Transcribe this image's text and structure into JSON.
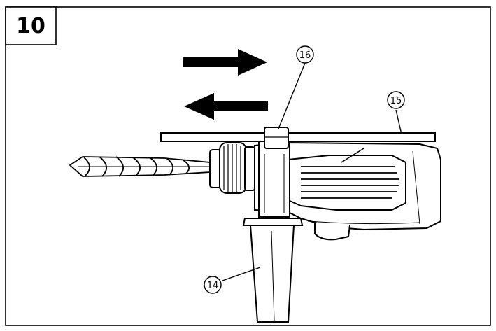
{
  "figure": {
    "number": "10",
    "callouts": [
      {
        "id": "14",
        "label": "⑭",
        "part": "side-handle"
      },
      {
        "id": "15",
        "label": "⑮",
        "part": "depth-gauge-rod"
      },
      {
        "id": "16",
        "label": "⑯",
        "part": "depth-gauge-clamp"
      }
    ],
    "arrows": [
      "forward",
      "backward"
    ]
  }
}
